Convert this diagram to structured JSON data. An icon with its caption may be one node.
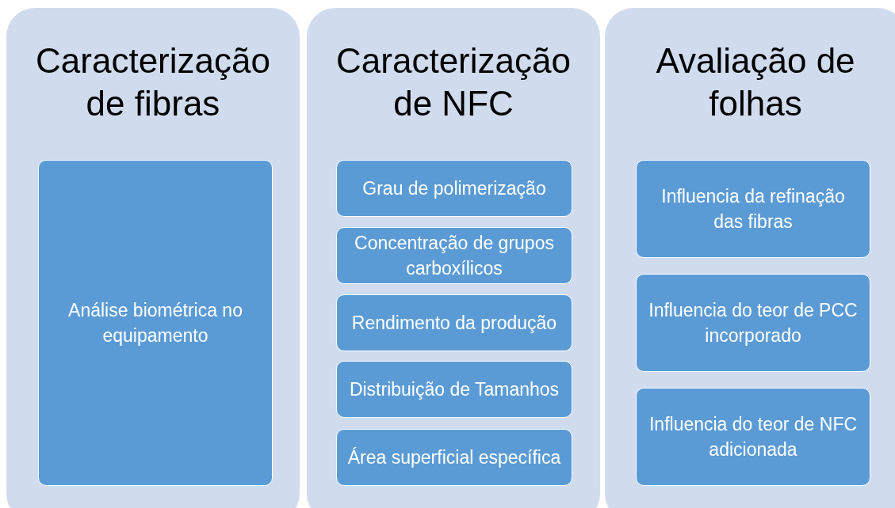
{
  "diagram": {
    "nodes": [
      {
        "text": [
          "Caracterização de fibras"
        ]
      },
      {
        "text": [
          "Análise biométrica no equipamento"
        ],
        "in": 0
      },
      {
        "text": [
          "Caracterização de NFC"
        ]
      },
      {
        "text": [
          "Grau de polimerização"
        ],
        "in": 2
      },
      {
        "text": [
          "Concentração de grupos carboxílicos"
        ],
        "in": 2
      },
      {
        "text": [
          "Rendimento da produção"
        ],
        "in": 2
      },
      {
        "text": [
          "Distribuição de Tamanhos"
        ],
        "in": 2
      },
      {
        "text": [
          "Área superficial específica"
        ],
        "in": 2
      },
      {
        "text": [
          "Avaliação de folhas"
        ]
      },
      {
        "text": [
          "Influencia da refinação das fibras"
        ],
        "in": 8
      },
      {
        "text": [
          "Influencia do teor de PCC incorporado"
        ],
        "in": 8
      },
      {
        "text": [
          "Influencia do teor de NFC adicionada"
        ],
        "in": 8
      }
    ]
  }
}
